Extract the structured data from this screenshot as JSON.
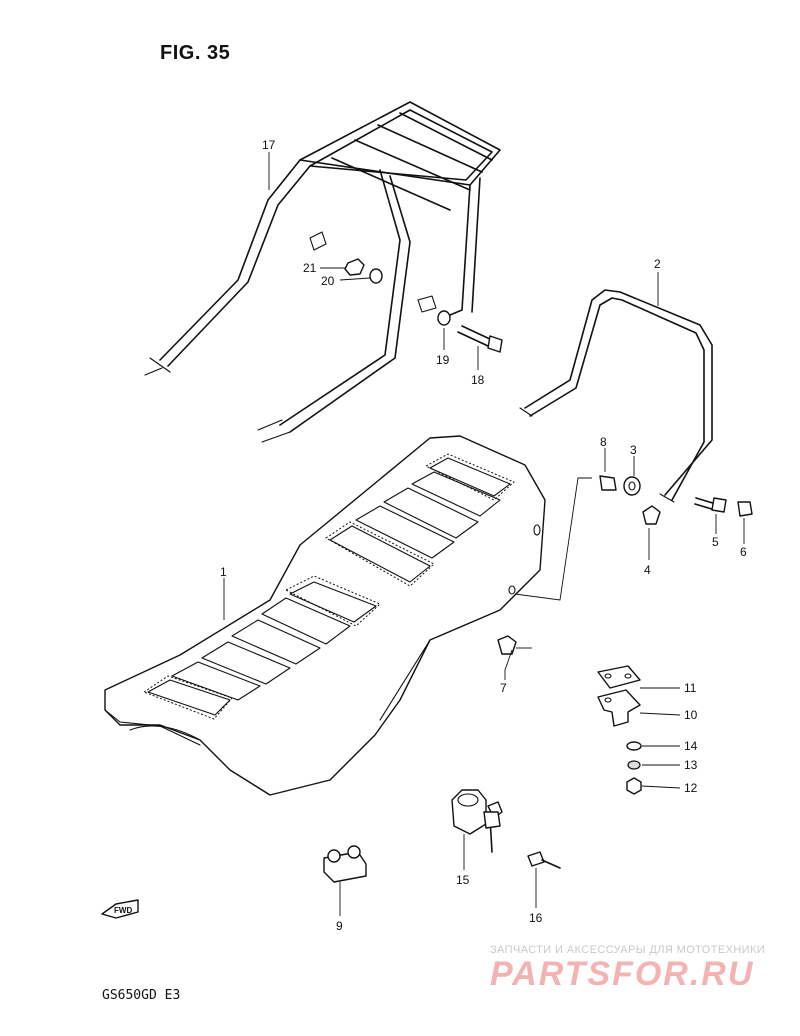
{
  "figure": {
    "title": "FIG. 35",
    "model": "GS650GD  E3",
    "fwd_label": "FWD"
  },
  "watermark": {
    "text": "ЗАПЧАСТИ И АКСЕССУАРЫ ДЛЯ МОТОТЕХНИКИ",
    "logo": "PARTSFOR.RU"
  },
  "parts": [
    {
      "number": "1"
    },
    {
      "number": "2"
    },
    {
      "number": "3"
    },
    {
      "number": "4"
    },
    {
      "number": "5"
    },
    {
      "number": "6"
    },
    {
      "number": "7"
    },
    {
      "number": "8"
    },
    {
      "number": "9"
    },
    {
      "number": "10"
    },
    {
      "number": "11"
    },
    {
      "number": "12"
    },
    {
      "number": "13"
    },
    {
      "number": "14"
    },
    {
      "number": "15"
    },
    {
      "number": "16"
    },
    {
      "number": "17"
    },
    {
      "number": "18"
    },
    {
      "number": "19"
    },
    {
      "number": "20"
    },
    {
      "number": "21"
    }
  ]
}
